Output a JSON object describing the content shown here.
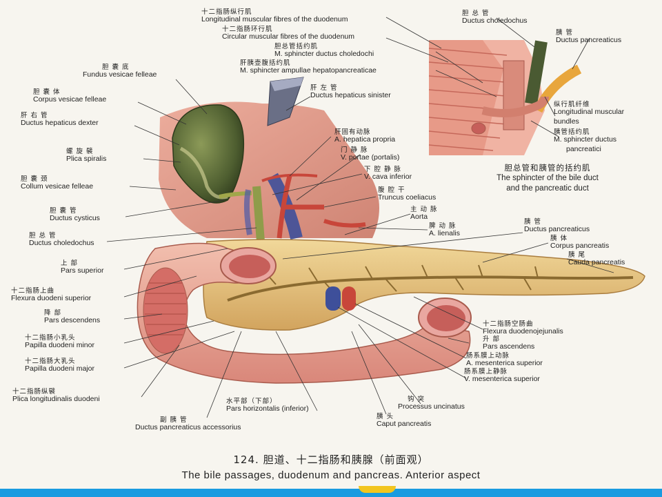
{
  "caption": {
    "number": "124.",
    "title_zh": "胆道、十二指肠和胰腺（前面观）",
    "title_en": "The bile passages, duodenum and pancreas. Anterior aspect"
  },
  "inset": {
    "title_zh": "胆总管和胰管的括约肌",
    "title_en_1": "The sphincter of the bile duct",
    "title_en_2": "and the pancreatic duct"
  },
  "labels": {
    "long_muscle_duod": {
      "zh": "十二指肠纵行肌",
      "la": "Longitudinal muscular fibres of the duodenum"
    },
    "circ_muscle_duod": {
      "zh": "十二指肠环行肌",
      "la": "Circular muscular fibres of the duodenum"
    },
    "sph_choledochi": {
      "zh": "胆总管括约肌",
      "la": "M. sphincter ductus choledochi"
    },
    "sph_ampullae": {
      "zh": "肝胰壶腹括约肌",
      "la": "M. sphincter ampullae hepatopancreaticae"
    },
    "fundus": {
      "zh": "胆 囊 底",
      "la": "Fundus vesicae felleae"
    },
    "corpus_ves": {
      "zh": "胆 囊 体",
      "la": "Corpus vesicae felleae"
    },
    "hep_dexter": {
      "zh": "肝 右 管",
      "la": "Ductus hepaticus dexter"
    },
    "hep_sinister": {
      "zh": "肝 左 管",
      "la": "Ductus hepaticus sinister"
    },
    "hep_propria": {
      "zh": "肝固有动脉",
      "la": "A. hepatica propria"
    },
    "portae": {
      "zh": "门 静 脉",
      "la": "V. portae (portalis)"
    },
    "plica_spiralis": {
      "zh": "螺 旋 襞",
      "la": "Plica spiralis"
    },
    "cava": {
      "zh": "下 腔 静 脉",
      "la": "V. cava inferior"
    },
    "collum": {
      "zh": "胆 囊 颈",
      "la": "Collum vesicae felleae"
    },
    "coeliacus": {
      "zh": "腹 腔 干",
      "la": "Truncus coeliacus"
    },
    "cysticus": {
      "zh": "胆 囊 管",
      "la": "Ductus cysticus"
    },
    "aorta": {
      "zh": "主 动 脉",
      "la": "Aorta"
    },
    "lienalis": {
      "zh": "脾 动 脉",
      "la": "A. lienalis"
    },
    "choledochus_main": {
      "zh": "胆 总 管",
      "la": "Ductus choledochus"
    },
    "panc_duct_main": {
      "zh": "胰 管",
      "la": "Ductus pancreaticus"
    },
    "corpus_panc": {
      "zh": "胰 体",
      "la": "Corpus pancreatis"
    },
    "cauda_panc": {
      "zh": "胰 尾",
      "la": "Cauda pancreatis"
    },
    "pars_sup": {
      "zh": "上 部",
      "la": "Pars superior"
    },
    "flexura_sup": {
      "zh": "十二指肠上曲",
      "la": "Flexura duodeni superior"
    },
    "pars_desc": {
      "zh": "降 部",
      "la": "Pars descendens"
    },
    "papilla_minor": {
      "zh": "十二指肠小乳头",
      "la": "Papilla duodeni minor"
    },
    "papilla_major": {
      "zh": "十二指肠大乳头",
      "la": "Papilla duodeni major"
    },
    "plica_long": {
      "zh": "十二指肠纵襞",
      "la": "Plica longitudinalis duodeni"
    },
    "flexura_dj": {
      "zh": "十二指肠空肠曲",
      "la": "Flexura duodenojejunalis"
    },
    "pars_asc": {
      "zh": "升 部",
      "la": "Pars ascendens"
    },
    "mes_sup_a": {
      "zh": "肠系膜上动脉",
      "la": "A. mesenterica superior"
    },
    "mes_sup_v": {
      "zh": "肠系膜上静脉",
      "la": "V. mesenterica superior"
    },
    "pars_horiz": {
      "zh": "水平部（下部）",
      "la": "Pars horizontalis (inferior)"
    },
    "uncinatus": {
      "zh": "钩 突",
      "la": "Processus uncinatus"
    },
    "panc_acc": {
      "zh": "副 胰 管",
      "la": "Ductus pancreaticus accessorius"
    },
    "caput": {
      "zh": "胰 头",
      "la": "Caput pancreatis"
    },
    "choledochus_inset": {
      "zh": "胆 总 管",
      "la": "Ductus choledochus"
    },
    "panc_duct_inset": {
      "zh": "胰 管",
      "la": "Ductus pancreaticus"
    },
    "long_bundles": {
      "zh": "纵行肌纤维",
      "la": "Longitudinal muscular",
      "la2": "bundles"
    },
    "sph_panc": {
      "zh": "胰管括约肌",
      "la": "M. sphincter ductus",
      "la2": "pancreatici"
    }
  },
  "colors": {
    "duodenum": "#e8a597",
    "pancreas": "#e6c27a",
    "gallbladder": "#5a6a3c",
    "vein": "#3e4f9a",
    "artery": "#c8463a",
    "background": "#f7f5ef",
    "accent_bar": "#1a9be0"
  }
}
